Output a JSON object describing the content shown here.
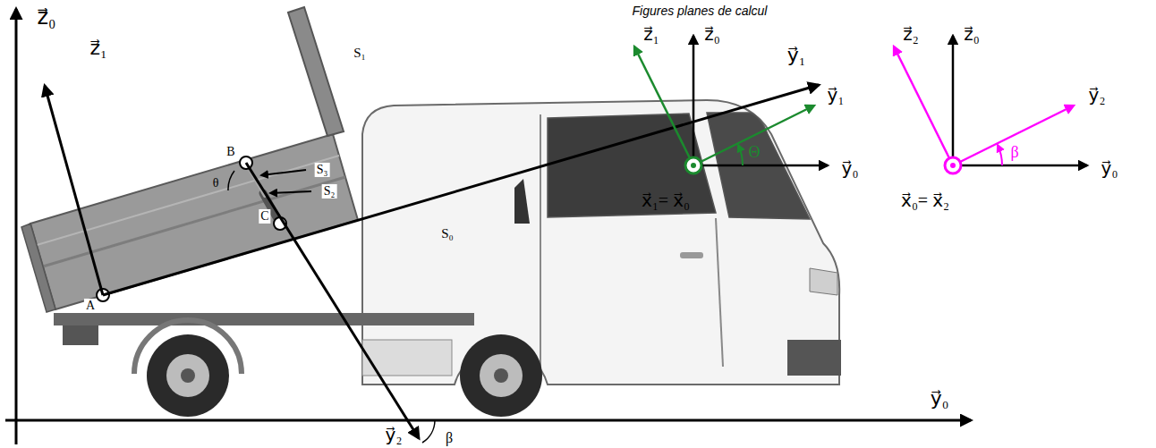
{
  "diagram": {
    "title": "Figures planes de calcul",
    "labels": [
      "z⃗₀",
      "z⃗₁",
      "y⃗₁",
      "S₁",
      "B",
      "θ",
      "S₃",
      "S₂",
      "S₀",
      "A",
      "C",
      "y⃗₀",
      "β",
      "y⃗₂",
      "z⃗₁",
      "z⃗₀",
      "y⃗₁",
      "Θ",
      "y⃗₀",
      "x⃗₁= x⃗₀",
      "z⃗₂",
      "z⃗₀",
      "y⃗₂",
      "β",
      "y⃗₀",
      "x⃗₀= x⃗₂"
    ]
  }
}
